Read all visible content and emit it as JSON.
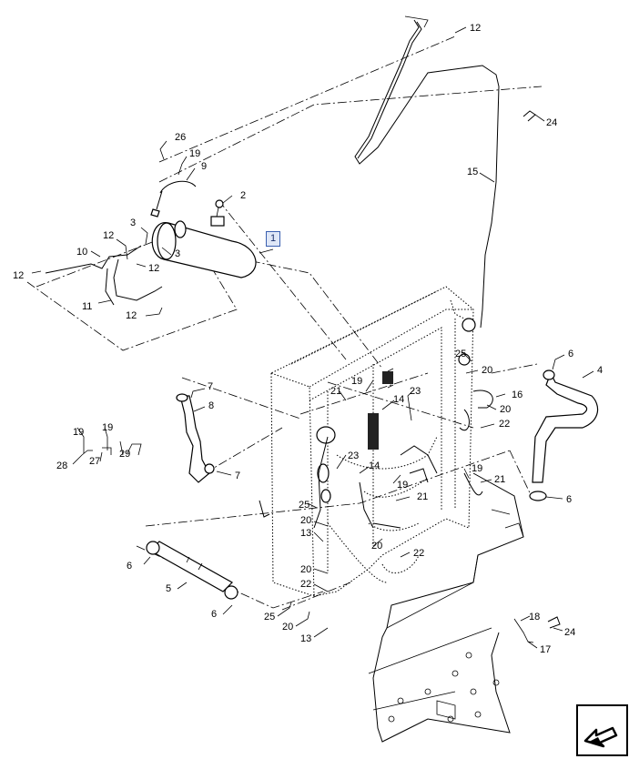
{
  "diagram": {
    "highlighted_callout": "1",
    "callouts": [
      {
        "id": "c12a",
        "text": "12"
      },
      {
        "id": "c24a",
        "text": "24"
      },
      {
        "id": "c15",
        "text": "15"
      },
      {
        "id": "c26",
        "text": "26"
      },
      {
        "id": "c19a",
        "text": "19"
      },
      {
        "id": "c9",
        "text": "9"
      },
      {
        "id": "c2",
        "text": "2"
      },
      {
        "id": "c3a",
        "text": "3"
      },
      {
        "id": "c3b",
        "text": "3"
      },
      {
        "id": "c12b",
        "text": "12"
      },
      {
        "id": "c12c",
        "text": "12"
      },
      {
        "id": "c10",
        "text": "10"
      },
      {
        "id": "c12d",
        "text": "12"
      },
      {
        "id": "c11",
        "text": "11"
      },
      {
        "id": "c12e",
        "text": "12"
      },
      {
        "id": "c6a",
        "text": "6"
      },
      {
        "id": "c4",
        "text": "4"
      },
      {
        "id": "c25a",
        "text": "25"
      },
      {
        "id": "c20a",
        "text": "20"
      },
      {
        "id": "c19b",
        "text": "19"
      },
      {
        "id": "c21a",
        "text": "21"
      },
      {
        "id": "c14a",
        "text": "14"
      },
      {
        "id": "c23a",
        "text": "23"
      },
      {
        "id": "c16",
        "text": "16"
      },
      {
        "id": "c20b",
        "text": "20"
      },
      {
        "id": "c22a",
        "text": "22"
      },
      {
        "id": "c7a",
        "text": "7"
      },
      {
        "id": "c8",
        "text": "8"
      },
      {
        "id": "c19c",
        "text": "19"
      },
      {
        "id": "c19d",
        "text": "19"
      },
      {
        "id": "c28",
        "text": "28"
      },
      {
        "id": "c27",
        "text": "27"
      },
      {
        "id": "c29",
        "text": "29"
      },
      {
        "id": "c7b",
        "text": "7"
      },
      {
        "id": "c23b",
        "text": "23"
      },
      {
        "id": "c14b",
        "text": "14"
      },
      {
        "id": "c19e",
        "text": "19"
      },
      {
        "id": "c19f",
        "text": "19"
      },
      {
        "id": "c21b",
        "text": "21"
      },
      {
        "id": "c21c",
        "text": "21"
      },
      {
        "id": "c6b",
        "text": "6"
      },
      {
        "id": "c25b",
        "text": "25"
      },
      {
        "id": "c20c",
        "text": "20"
      },
      {
        "id": "c13a",
        "text": "13"
      },
      {
        "id": "c20d",
        "text": "20"
      },
      {
        "id": "c22b",
        "text": "22"
      },
      {
        "id": "c6c",
        "text": "6"
      },
      {
        "id": "c5",
        "text": "5"
      },
      {
        "id": "c20e",
        "text": "20"
      },
      {
        "id": "c22c",
        "text": "22"
      },
      {
        "id": "c6d",
        "text": "6"
      },
      {
        "id": "c25c",
        "text": "25"
      },
      {
        "id": "c20f",
        "text": "20"
      },
      {
        "id": "c13b",
        "text": "13"
      },
      {
        "id": "c18",
        "text": "18"
      },
      {
        "id": "c24b",
        "text": "24"
      },
      {
        "id": "c17",
        "text": "17"
      }
    ]
  },
  "nav_icon": "back-arrow-icon"
}
